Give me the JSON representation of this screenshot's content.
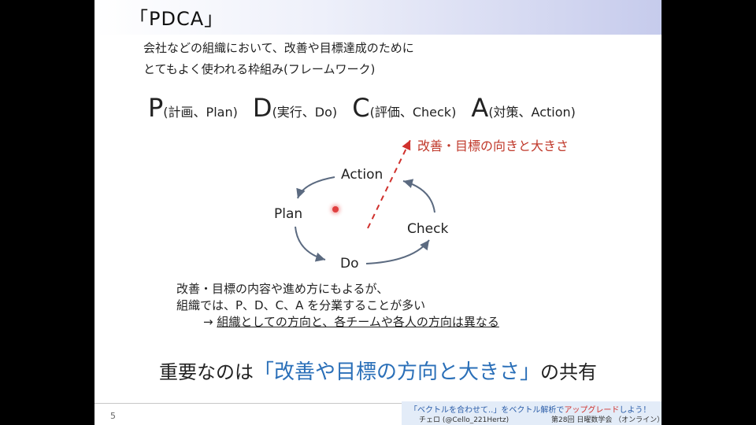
{
  "slide": {
    "title": "「PDCA」",
    "intro_lines": [
      "会社などの組織において、改善や目標達成のために",
      "とてもよく使われる枠組み(フレームワーク)"
    ],
    "pdca": [
      {
        "letter": "P",
        "desc": "(計画、Plan)"
      },
      {
        "letter": "D",
        "desc": "(実行、Do)"
      },
      {
        "letter": "C",
        "desc": "(評価、Check)"
      },
      {
        "letter": "A",
        "desc": "(対策、Action)"
      }
    ],
    "cycle": {
      "action": "Action",
      "plan": "Plan",
      "do": "Do",
      "check": "Check",
      "arrow_label": "改善・目標の向きと大きさ",
      "arrow_color": "#d0312d"
    },
    "notes": [
      "改善・目標の内容や進め方にもよるが、",
      "組織では、P、D、C、A を分業することが多い",
      "→",
      "組織としての方向と、各チームや各人の方向は異なる"
    ],
    "conclusion": {
      "prefix": "重要なのは",
      "highlight": "「改善や目標の方向と大きさ」",
      "suffix": "の共有",
      "highlight_color": "#2a6fb8"
    },
    "page_number": "5"
  },
  "footer": {
    "top_part1": "「ベクトルを合わせて..」をベクトル解析で",
    "top_part2": "アップグレード",
    "top_part3": "しよう！",
    "author": "チェロ (@Cello_221Hertz)",
    "event": "第28回 日曜数学会 （オンライン）"
  }
}
